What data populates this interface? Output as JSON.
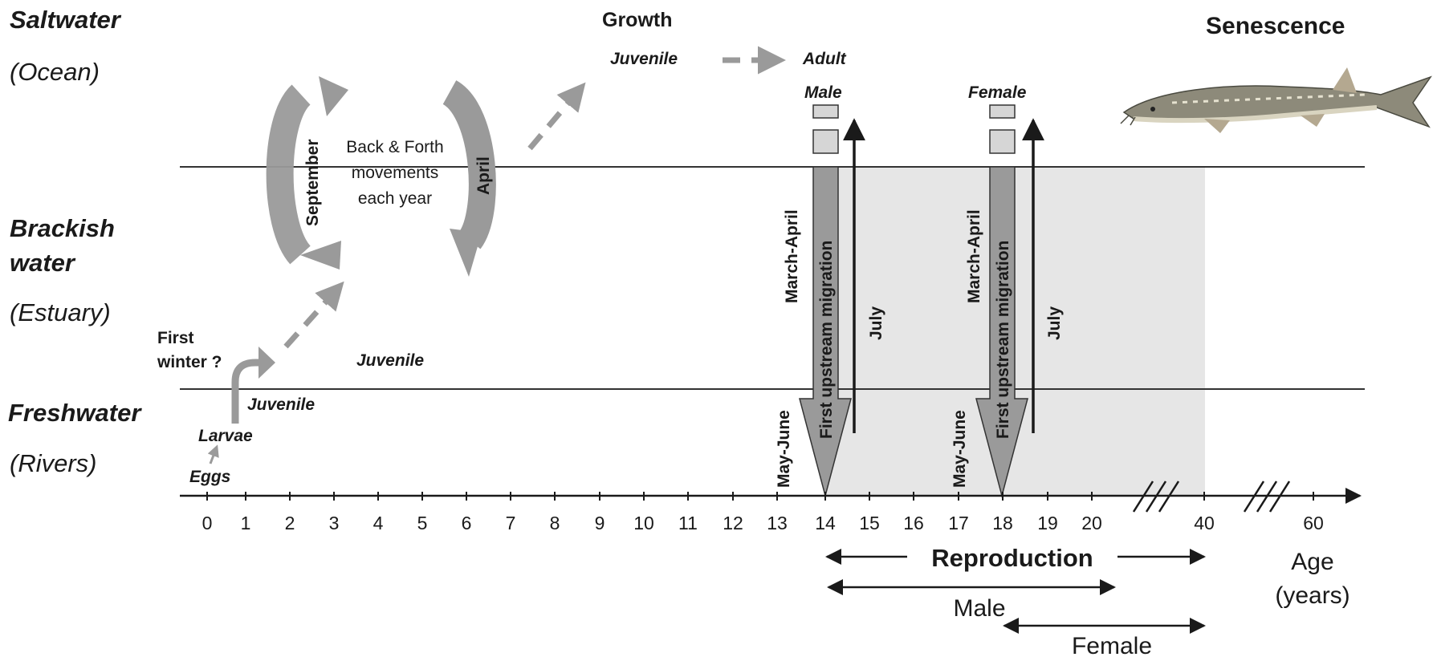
{
  "zones": {
    "saltwater": {
      "title": "Saltwater",
      "subtitle": "(Ocean)"
    },
    "brackish": {
      "title_line1": "Brackish",
      "title_line2": "water",
      "subtitle": "(Estuary)"
    },
    "freshwater": {
      "title": "Freshwater",
      "subtitle": "(Rivers)"
    }
  },
  "top_labels": {
    "growth": "Growth",
    "senescence": "Senescence",
    "juvenile": "Juvenile",
    "adult": "Adult",
    "male": "Male",
    "female": "Female"
  },
  "early_life": {
    "eggs": "Eggs",
    "larvae": "Larvae",
    "juvenile_fresh": "Juvenile",
    "juvenile_brackish": "Juvenile",
    "first_winter_line1": "First",
    "first_winter_line2": "winter ?"
  },
  "cycle": {
    "center_line1": "Back & Forth",
    "center_line2": "movements",
    "center_line3": "each year",
    "left_month": "September",
    "right_month": "April"
  },
  "migration": {
    "label": "First upstream migration",
    "downstream_month": "March-April",
    "spawn_month": "May-June",
    "return_month": "July",
    "male_age": 14,
    "female_age": 18
  },
  "axis": {
    "ticks": [
      "0",
      "1",
      "2",
      "3",
      "4",
      "5",
      "6",
      "7",
      "8",
      "9",
      "10",
      "11",
      "12",
      "13",
      "14",
      "15",
      "16",
      "17",
      "18",
      "19",
      "20",
      "40",
      "60"
    ],
    "label_line1": "Age",
    "label_line2": "(years)"
  },
  "ranges": {
    "reproduction": "Reproduction",
    "male": "Male",
    "female": "Female",
    "reproduction_span": [
      14,
      40
    ],
    "male_span": [
      14,
      20
    ],
    "female_span": [
      18,
      40
    ]
  },
  "colors": {
    "arrow_gray": "#9a9a9a",
    "shade": "#e6e6e6",
    "line": "#1a1a1a"
  }
}
